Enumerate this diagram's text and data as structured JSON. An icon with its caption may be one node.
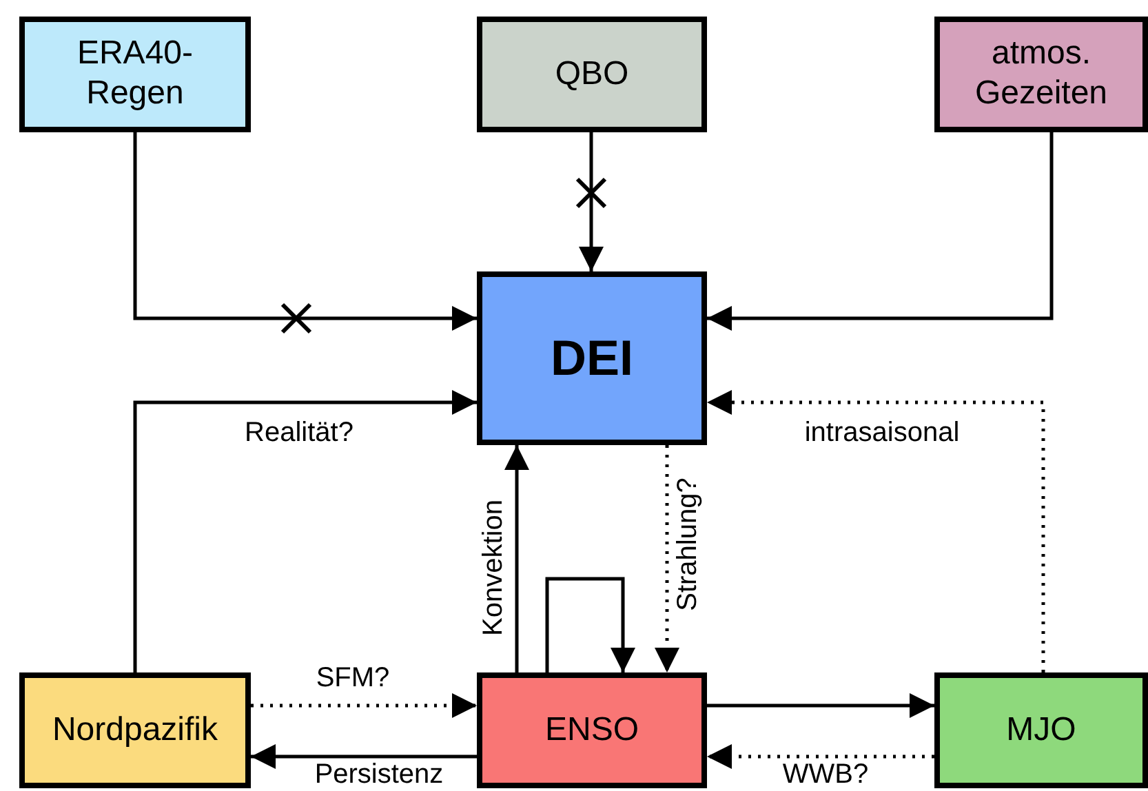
{
  "diagram": {
    "nodes": [
      {
        "text": [
          "ERA40- Regen"
        ]
      },
      {
        "text": [
          "QBO"
        ]
      },
      {
        "text": [
          "atmos. Gezeiten"
        ]
      },
      {
        "text": [
          "DEI"
        ]
      },
      {
        "text": [
          "Nordpazifik"
        ]
      },
      {
        "text": [
          "ENSO"
        ]
      },
      {
        "text": [
          "MJO"
        ]
      }
    ],
    "edges": [
      {
        "from": 0,
        "to": 3,
        "arrow": "to"
      },
      {
        "from": 1,
        "to": 3,
        "arrow": "to"
      },
      {
        "from": 2,
        "to": 3,
        "arrow": "to"
      },
      {
        "from": 4,
        "to": 3,
        "arrow": "to",
        "label": "Realität?"
      },
      {
        "from": 6,
        "to": 3,
        "arrow": "to",
        "label": "intrasaisonal",
        "style": "dashed"
      },
      {
        "from": 5,
        "to": 3,
        "arrow": "to",
        "label": "Konvektion"
      },
      {
        "from": 3,
        "to": 5,
        "arrow": "to",
        "label": "Strahlung?",
        "style": "dashed"
      },
      {
        "from": 5,
        "to": 5,
        "arrow": "to"
      },
      {
        "from": 4,
        "to": 5,
        "arrow": "to",
        "label": "SFM?",
        "style": "dashed"
      },
      {
        "from": 5,
        "to": 4,
        "arrow": "to",
        "label": "Persistenz"
      },
      {
        "from": 5,
        "to": 6,
        "arrow": "to"
      },
      {
        "from": 6,
        "to": 5,
        "arrow": "to",
        "label": "WWB?",
        "style": "dashed"
      }
    ]
  }
}
